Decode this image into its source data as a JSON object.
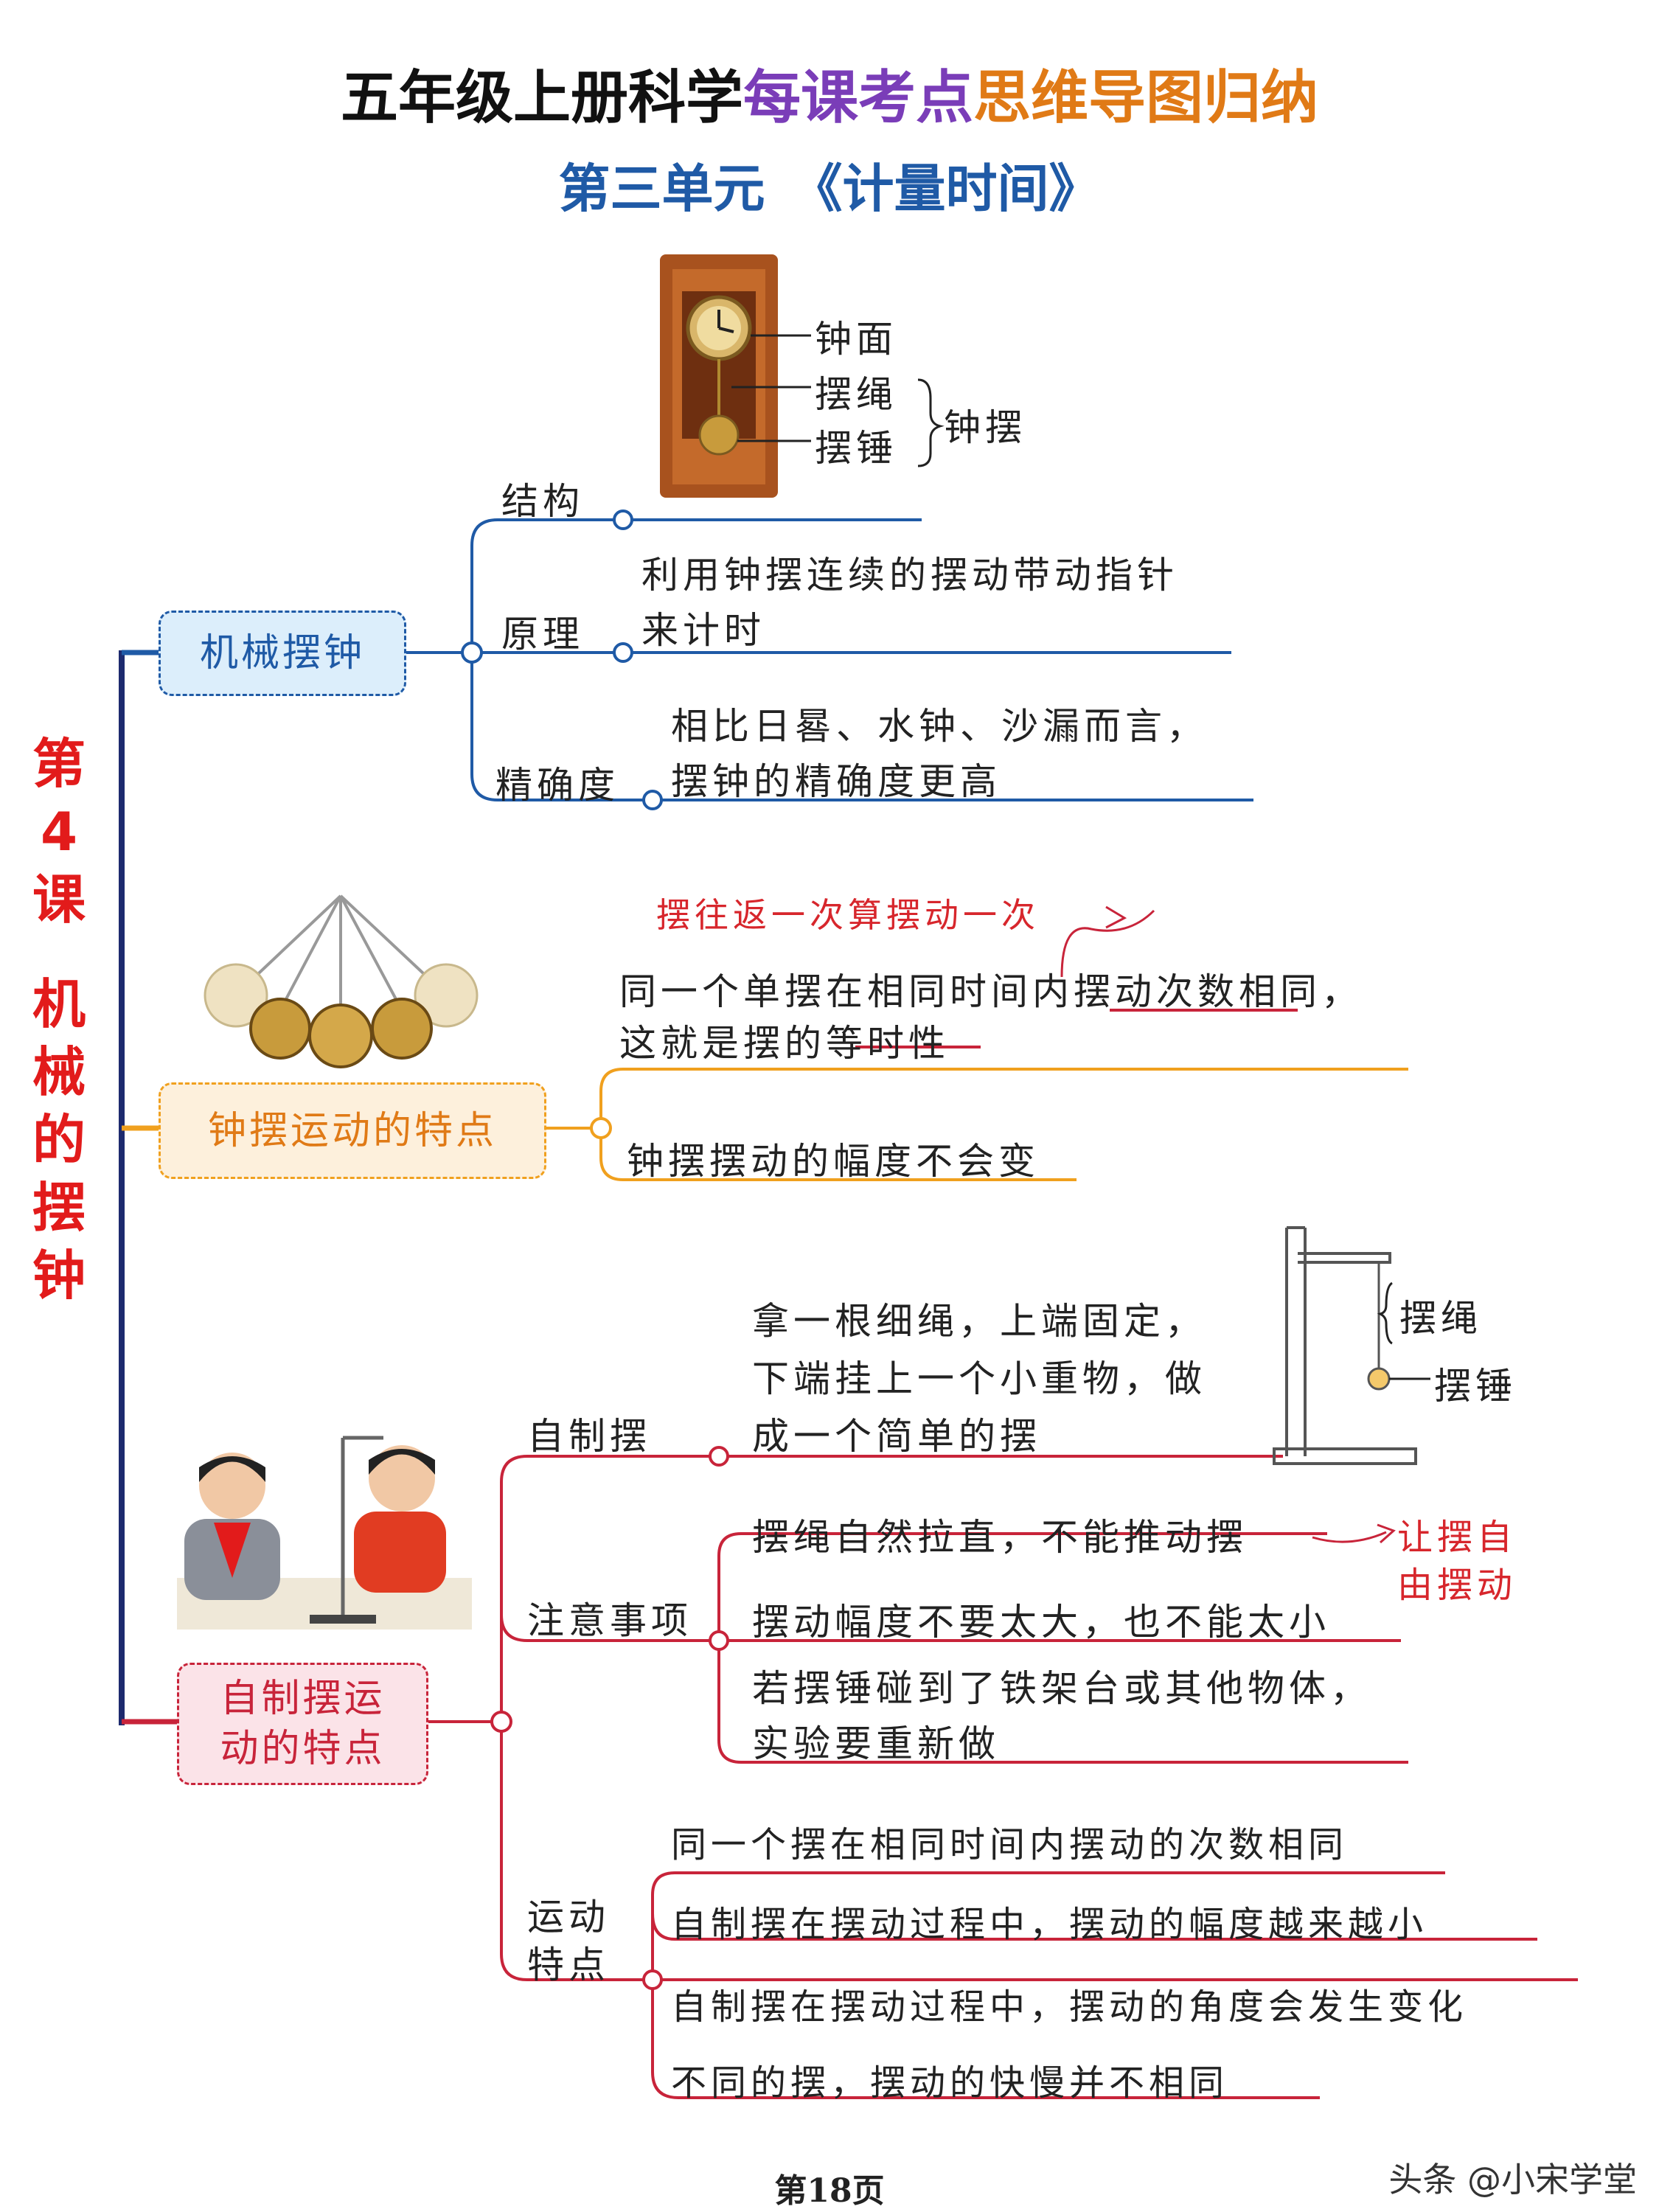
{
  "header": {
    "title_part1": "五年级上册科学",
    "title_part2": "每课考点",
    "title_part3": "思维导图归纳",
    "subtitle": "第三单元　《计量时间》"
  },
  "lesson": {
    "chars": [
      "第",
      "4",
      "课",
      "",
      "机",
      "械",
      "的",
      "摆",
      "钟"
    ]
  },
  "colors": {
    "blue": "#1f5aa6",
    "orange": "#f0a01e",
    "red": "#d7262c",
    "navy": "#1d2a6e",
    "title_purple": "#7a3db8",
    "title_orange": "#e07a16"
  },
  "clock_diagram": {
    "labels": {
      "face": "钟面",
      "rope": "摆绳",
      "bob": "摆锤",
      "brace": "钟摆"
    }
  },
  "branch1": {
    "node": "机械摆钟",
    "structure": "结构",
    "principle": "原理",
    "principle_text_1": "利用钟摆连续的摆动带动指针",
    "principle_text_2": "来计时",
    "precision": "精确度",
    "precision_text_1": "相比日晷、水钟、沙漏而言，",
    "precision_text_2": "摆钟的精确度更高"
  },
  "branch2": {
    "node": "钟摆运动的特点",
    "note": "摆往返一次算摆动一次",
    "text_1": "同一个单摆在相同时间内摆动次数相同，",
    "text_2": "这就是摆的等时性",
    "text_3": "钟摆摆动的幅度不会变"
  },
  "branch3": {
    "node_1": "自制摆运",
    "node_2": "动的特点",
    "self_made": "自制摆",
    "self_made_text_1": "拿一根细绳，上端固定，",
    "self_made_text_2": "下端挂上一个小重物，做",
    "self_made_text_3": "成一个简单的摆",
    "stand_labels": {
      "rope": "摆绳",
      "bob": "摆锤"
    },
    "notes": "注意事项",
    "notes_text_1": "摆绳自然拉直，不能推动摆",
    "notes_side_1": "让摆自",
    "notes_side_2": "由摆动",
    "notes_text_2": "摆动幅度不要太大，也不能太小",
    "notes_text_3": "若摆锤碰到了铁架台或其他物体，",
    "notes_text_4": "实验要重新做",
    "motion_1": "运动",
    "motion_2": "特点",
    "motion_text_1": "同一个摆在相同时间内摆动的次数相同",
    "motion_text_2": "自制摆在摆动过程中，摆动的幅度越来越小",
    "motion_text_3": "自制摆在摆动过程中，摆动的角度会发生变化",
    "motion_text_4": "不同的摆，摆动的快慢并不相同"
  },
  "footer": {
    "page": "第18页",
    "watermark": "头条 @小宋学堂"
  }
}
